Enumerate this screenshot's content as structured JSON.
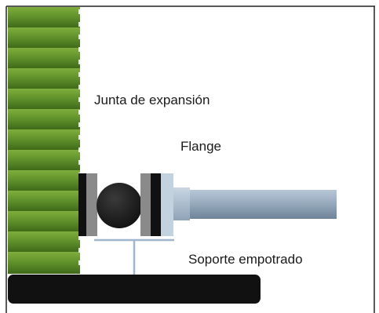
{
  "labels": {
    "expansion_joint": "Junta de expansión",
    "flange": "Flange",
    "embedded_support": "Soporte empotrado"
  },
  "colors": {
    "wall_green": "#5e8a2a",
    "wall_green_light": "#7aa83a",
    "base_black": "#111111",
    "flange_gray": "#8a8a8a",
    "pipe_steel": "#8fa4b8",
    "support_line": "#9fb6cc"
  }
}
